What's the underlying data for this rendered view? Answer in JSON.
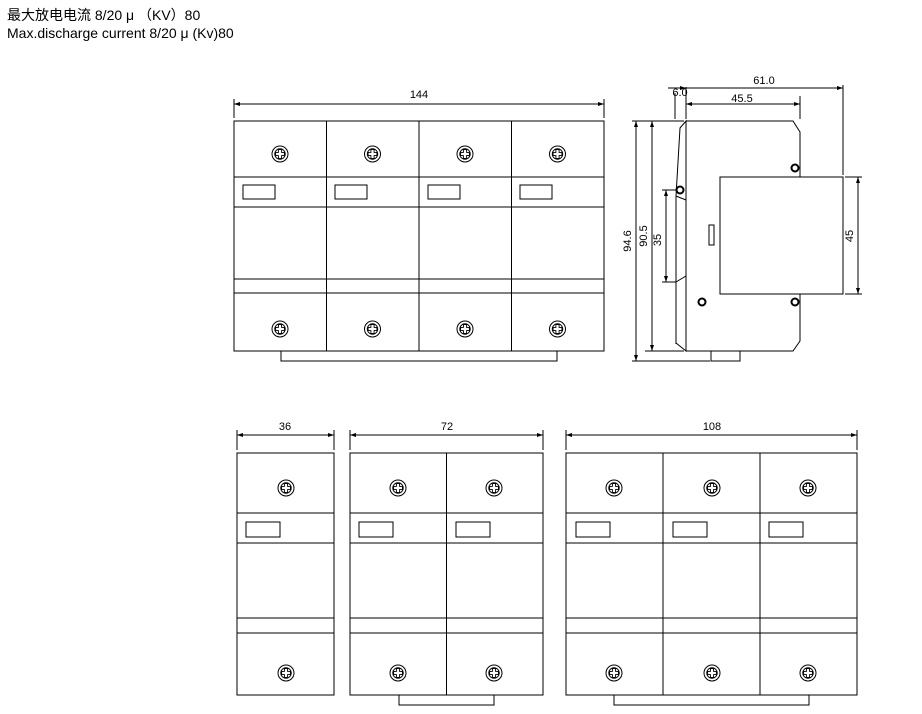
{
  "header": {
    "line_cn": "最大放电电流 8/20 μ （KV）80",
    "line_en": "Max.discharge current 8/20 μ (Kv)80"
  },
  "dimensions": {
    "width_4pole": "144",
    "side_depth_total": "61.0",
    "side_depth_mid": "45.5",
    "side_offset": "6.0",
    "height_total": "94.6",
    "height_body": "90.5",
    "height_rail": "35",
    "height_front": "45",
    "width_1pole": "36",
    "width_2pole": "72",
    "width_3pole": "108"
  }
}
